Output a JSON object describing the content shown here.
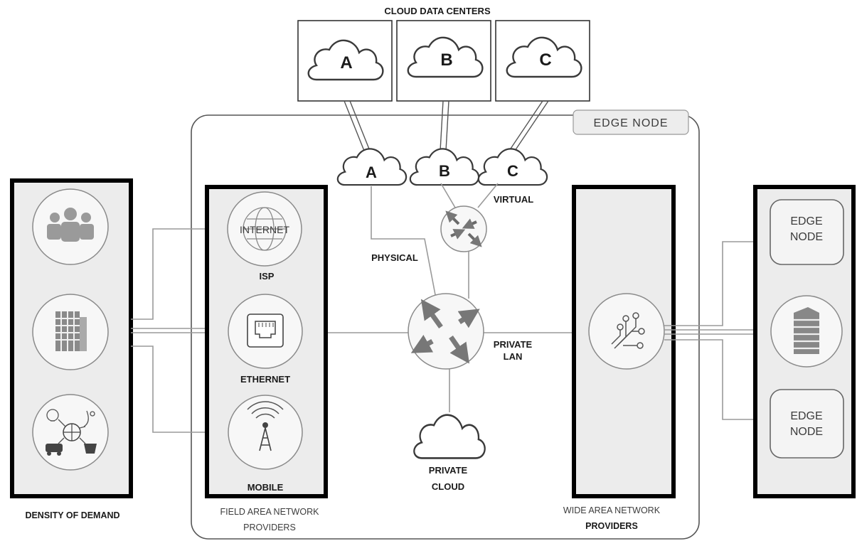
{
  "title": "CLOUD DATA CENTERS",
  "data_centers": [
    {
      "label": "A"
    },
    {
      "label": "B"
    },
    {
      "label": "C"
    }
  ],
  "edge_node": {
    "badge": "EDGE NODE",
    "clouds": [
      {
        "label": "A"
      },
      {
        "label": "B"
      },
      {
        "label": "C"
      }
    ],
    "physical_label": "PHYSICAL",
    "virtual_label": "VIRTUAL",
    "private_lan_label": [
      "PRIVATE",
      "LAN"
    ],
    "private_cloud_label": [
      "PRIVATE",
      "CLOUD"
    ]
  },
  "density_of_demand": {
    "caption": "DENSITY OF DEMAND",
    "icons": [
      "people-icon",
      "building-icon",
      "iot-devices-icon"
    ]
  },
  "field_area": {
    "caption": [
      "FIELD AREA NETWORK",
      "PROVIDERS"
    ],
    "items": [
      {
        "label": "ISP",
        "icon": "internet-globe-icon",
        "icon_text": "INTERNET"
      },
      {
        "label": "ETHERNET",
        "icon": "ethernet-port-icon"
      },
      {
        "label": "MOBILE",
        "icon": "cell-tower-icon"
      }
    ]
  },
  "wide_area": {
    "caption": [
      "WIDE AREA NETWORK",
      "PROVIDERS"
    ],
    "icon": "circuit-icon"
  },
  "right_nodes": [
    {
      "label": [
        "EDGE",
        "NODE"
      ]
    },
    {
      "icon": "office-tower-icon"
    },
    {
      "label": [
        "EDGE",
        "NODE"
      ]
    }
  ]
}
